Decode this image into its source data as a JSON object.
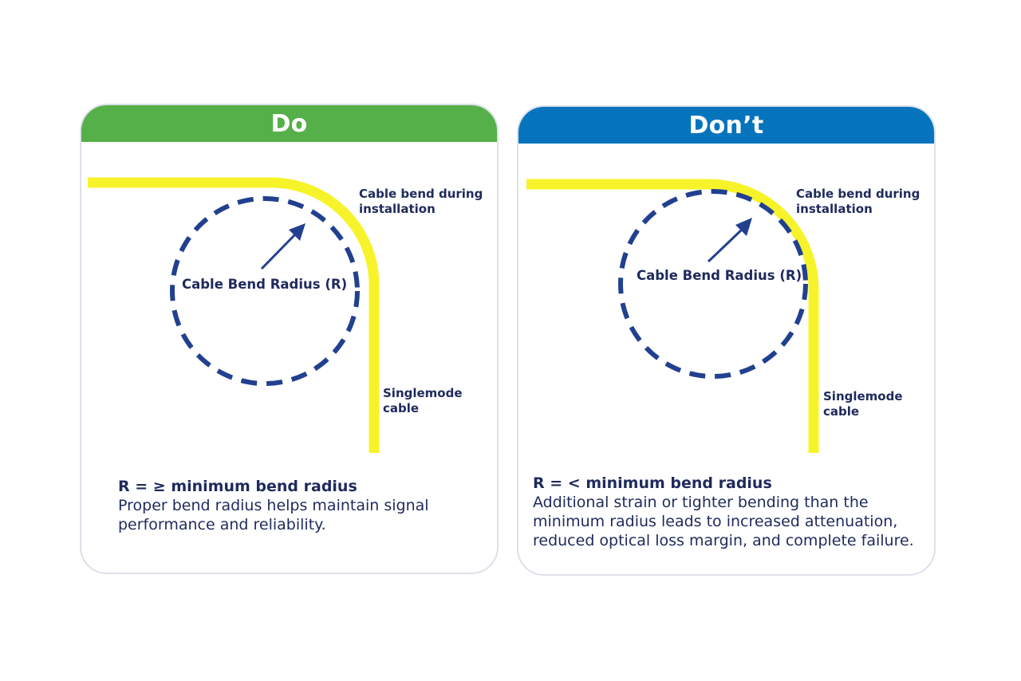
{
  "colors": {
    "do_header": "#55b04a",
    "dont_header": "#0574bd",
    "cable": "#f7f32a",
    "radius_circle": "#22408f",
    "text": "#1f2a5c",
    "card_border": "#dde0ea"
  },
  "do_panel": {
    "title": "Do",
    "cable_label_line1": "Cable bend during",
    "cable_label_line2": "installation",
    "radius_label": "Cable Bend Radius (R)",
    "singlemode_line1": "Singlemode",
    "singlemode_line2": "cable",
    "rule": "R = ≥ minimum bend radius",
    "description": "Proper bend radius helps maintain signal performance and reliability."
  },
  "dont_panel": {
    "title": "Don’t",
    "cable_label_line1": "Cable bend during",
    "cable_label_line2": "installation",
    "radius_label": "Cable Bend Radius (R)",
    "singlemode_line1": "Singlemode",
    "singlemode_line2": "cable",
    "rule": "R = < minimum bend radius",
    "description": "Additional strain or tighter bending than the minimum radius leads to increased attenuation, reduced optical loss margin, and complete failure."
  }
}
